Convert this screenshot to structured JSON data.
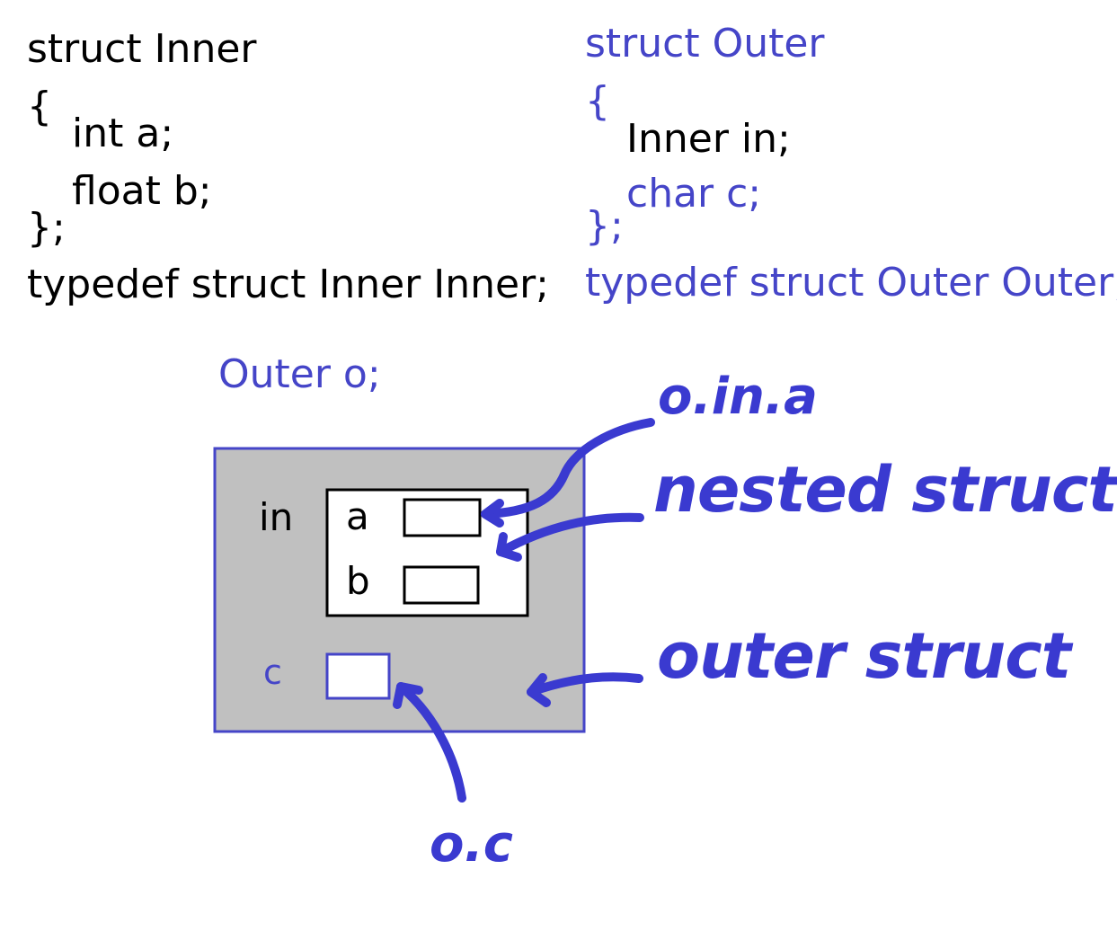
{
  "inner_code": {
    "line1": "struct Inner",
    "line2": "{",
    "line3": "int a;",
    "line4": "float b;",
    "line5": "};",
    "line6": "typedef struct Inner Inner;"
  },
  "outer_code": {
    "line1": "struct Outer",
    "line2": "{",
    "line3": "Inner in;",
    "line4": "char c;",
    "line5": "};",
    "line6": "typedef struct Outer Outer;"
  },
  "declaration": "Outer o;",
  "diagram": {
    "inner_label": "in",
    "field_a": "a",
    "field_b": "b",
    "field_c": "c"
  },
  "annotations": {
    "o_in_a": "o.in.a",
    "nested": "nested struct",
    "outer": "outer struct",
    "o_c": "o.c"
  },
  "colors": {
    "blue": "#4545c8",
    "ink": "#3a3ad0",
    "outer_fill": "#c0c0c0"
  }
}
